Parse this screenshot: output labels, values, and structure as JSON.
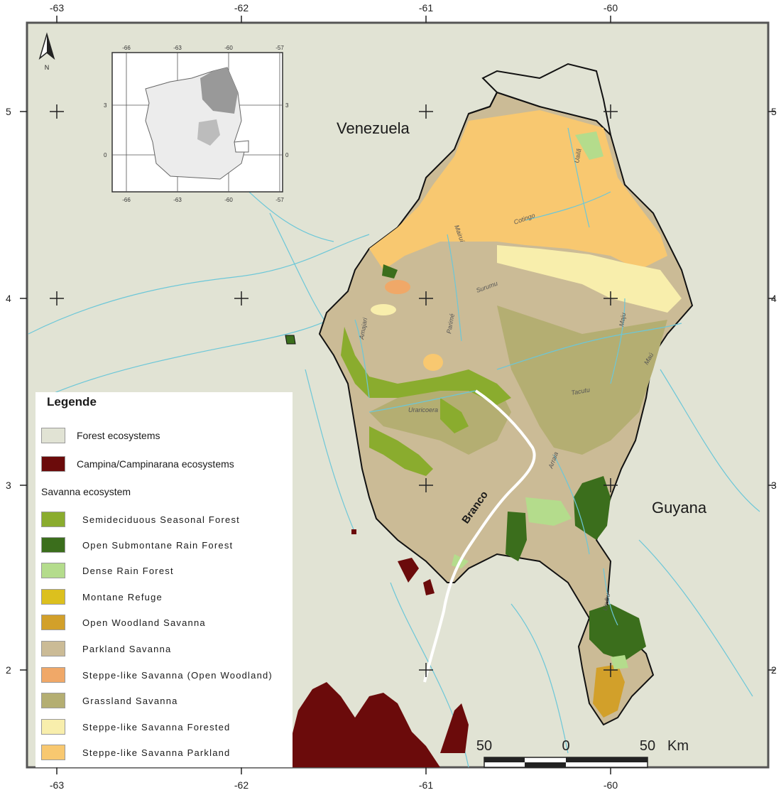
{
  "axes": {
    "top": [
      "-63",
      "-62",
      "-61",
      "-60"
    ],
    "bottom": [
      "-63",
      "-62",
      "-61",
      "-60"
    ],
    "left": [
      "5",
      "4",
      "3",
      "2"
    ],
    "right": [
      "5",
      "4",
      "3",
      "2"
    ]
  },
  "countries": {
    "venezuela": "Venezuela",
    "guyana": "Guyana"
  },
  "north_label": "N",
  "inset": {
    "top": [
      "-66",
      "-63",
      "-60",
      "-57"
    ],
    "bottom": [
      "-66",
      "-63",
      "-60",
      "-57"
    ],
    "left": [
      "3",
      "0"
    ],
    "right": [
      "3",
      "0"
    ]
  },
  "rivers": {
    "uraricoera": "Uraricoera",
    "branco": "Branco",
    "tacutu": "Tacutu",
    "surumu": "Surumu",
    "cotingo": "Cotingo",
    "uailã": "Uailã",
    "maú": "Maú",
    "amajari": "Amajari",
    "parimé": "Parimé",
    "mairuí": "Mairuí",
    "arraia": "Arraia",
    "urubu": "Urubu",
    "maju": "Maju"
  },
  "scale": {
    "left": "50",
    "mid": "0",
    "right": "50",
    "unit": "Km"
  },
  "legend": {
    "title": "Legende",
    "top_items": [
      {
        "label": "Forest ecosystems",
        "color": "#e1e3d4"
      },
      {
        "label": "Campina/Campinarana ecosystems",
        "color": "#6b0b0b"
      }
    ],
    "subtitle": "Savanna ecosystem",
    "items": [
      {
        "label": "Semideciduous Seasonal Forest",
        "color": "#8aac2e"
      },
      {
        "label": "Open Submontane Rain Forest",
        "color": "#3b6e1c"
      },
      {
        "label": "Dense Rain Forest",
        "color": "#b4dc8c"
      },
      {
        "label": "Montane Refuge",
        "color": "#dcc01e"
      },
      {
        "label": "Open Woodland Savanna",
        "color": "#d2a02a"
      },
      {
        "label": "Parkland Savanna",
        "color": "#cbbb96"
      },
      {
        "label": "Steppe-like Savanna (Open Woodland)",
        "color": "#f0a868"
      },
      {
        "label": "Grassland Savanna",
        "color": "#b4ae72"
      },
      {
        "label": "Steppe-like Savanna Forested",
        "color": "#f8eeac"
      },
      {
        "label": "Steppe-like Savanna Parkland",
        "color": "#f8c870"
      }
    ]
  }
}
